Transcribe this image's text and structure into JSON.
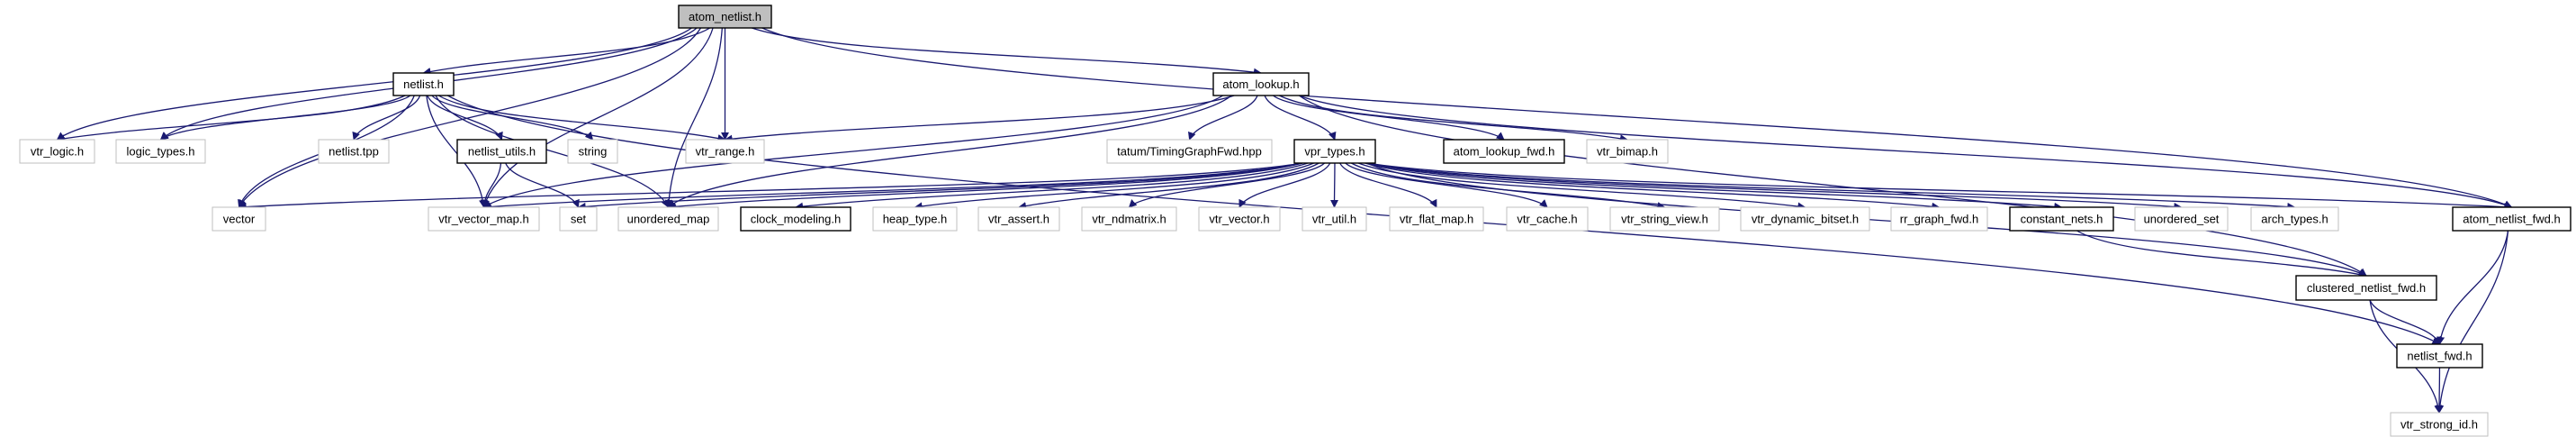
{
  "graph": {
    "edge_color": "#191970",
    "root_fill": "#bfbfbf",
    "documented_border": "#000000",
    "undocumented_border": "#bfbfbf",
    "nodes": [
      {
        "id": "atom_netlist",
        "label": "atom_netlist.h",
        "kind": "root"
      },
      {
        "id": "netlist",
        "label": "netlist.h",
        "kind": "documented"
      },
      {
        "id": "atom_lookup",
        "label": "atom_lookup.h",
        "kind": "documented"
      },
      {
        "id": "vtr_logic",
        "label": "vtr_logic.h",
        "kind": "external"
      },
      {
        "id": "logic_types",
        "label": "logic_types.h",
        "kind": "external"
      },
      {
        "id": "netlist_tpp",
        "label": "netlist.tpp",
        "kind": "external"
      },
      {
        "id": "netlist_utils",
        "label": "netlist_utils.h",
        "kind": "documented"
      },
      {
        "id": "string",
        "label": "string",
        "kind": "external"
      },
      {
        "id": "vtr_range",
        "label": "vtr_range.h",
        "kind": "external"
      },
      {
        "id": "tatum",
        "label": "tatum/TimingGraphFwd.hpp",
        "kind": "external"
      },
      {
        "id": "vpr_types",
        "label": "vpr_types.h",
        "kind": "documented"
      },
      {
        "id": "atom_lookup_fwd",
        "label": "atom_lookup_fwd.h",
        "kind": "documented"
      },
      {
        "id": "vtr_bimap",
        "label": "vtr_bimap.h",
        "kind": "external"
      },
      {
        "id": "vector",
        "label": "vector",
        "kind": "external"
      },
      {
        "id": "vtr_vector_map",
        "label": "vtr_vector_map.h",
        "kind": "external"
      },
      {
        "id": "set",
        "label": "set",
        "kind": "external"
      },
      {
        "id": "unordered_map",
        "label": "unordered_map",
        "kind": "external"
      },
      {
        "id": "clock_modeling",
        "label": "clock_modeling.h",
        "kind": "documented"
      },
      {
        "id": "heap_type",
        "label": "heap_type.h",
        "kind": "external"
      },
      {
        "id": "vtr_assert",
        "label": "vtr_assert.h",
        "kind": "external"
      },
      {
        "id": "vtr_ndmatrix",
        "label": "vtr_ndmatrix.h",
        "kind": "external"
      },
      {
        "id": "vtr_vector",
        "label": "vtr_vector.h",
        "kind": "external"
      },
      {
        "id": "vtr_util",
        "label": "vtr_util.h",
        "kind": "external"
      },
      {
        "id": "vtr_flat_map",
        "label": "vtr_flat_map.h",
        "kind": "external"
      },
      {
        "id": "vtr_cache",
        "label": "vtr_cache.h",
        "kind": "external"
      },
      {
        "id": "vtr_string_view",
        "label": "vtr_string_view.h",
        "kind": "external"
      },
      {
        "id": "vtr_dynamic_bitset",
        "label": "vtr_dynamic_bitset.h",
        "kind": "external"
      },
      {
        "id": "rr_graph_fwd",
        "label": "rr_graph_fwd.h",
        "kind": "external"
      },
      {
        "id": "constant_nets",
        "label": "constant_nets.h",
        "kind": "documented"
      },
      {
        "id": "unordered_set",
        "label": "unordered_set",
        "kind": "external"
      },
      {
        "id": "arch_types",
        "label": "arch_types.h",
        "kind": "external"
      },
      {
        "id": "atom_netlist_fwd",
        "label": "atom_netlist_fwd.h",
        "kind": "documented"
      },
      {
        "id": "clustered_netlist_fwd",
        "label": "clustered_netlist_fwd.h",
        "kind": "documented"
      },
      {
        "id": "netlist_fwd",
        "label": "netlist_fwd.h",
        "kind": "documented"
      },
      {
        "id": "vtr_strong_id",
        "label": "vtr_strong_id.h",
        "kind": "external"
      }
    ],
    "edges": [
      [
        "atom_netlist",
        "netlist"
      ],
      [
        "atom_netlist",
        "vtr_logic"
      ],
      [
        "atom_netlist",
        "logic_types"
      ],
      [
        "atom_netlist",
        "vector"
      ],
      [
        "atom_netlist",
        "vtr_range"
      ],
      [
        "atom_netlist",
        "vtr_vector_map"
      ],
      [
        "atom_netlist",
        "unordered_map"
      ],
      [
        "atom_netlist",
        "atom_lookup"
      ],
      [
        "atom_netlist",
        "atom_netlist_fwd"
      ],
      [
        "netlist",
        "vtr_logic"
      ],
      [
        "netlist",
        "logic_types"
      ],
      [
        "netlist",
        "netlist_tpp"
      ],
      [
        "netlist",
        "netlist_utils"
      ],
      [
        "netlist",
        "string"
      ],
      [
        "netlist",
        "vtr_range"
      ],
      [
        "netlist",
        "vector"
      ],
      [
        "netlist",
        "vtr_vector_map"
      ],
      [
        "netlist",
        "unordered_map"
      ],
      [
        "netlist",
        "netlist_fwd"
      ],
      [
        "netlist_utils",
        "vtr_vector_map"
      ],
      [
        "netlist_utils",
        "set"
      ],
      [
        "atom_lookup",
        "tatum"
      ],
      [
        "atom_lookup",
        "vpr_types"
      ],
      [
        "atom_lookup",
        "atom_lookup_fwd"
      ],
      [
        "atom_lookup",
        "vtr_bimap"
      ],
      [
        "atom_lookup",
        "vtr_range"
      ],
      [
        "atom_lookup",
        "vtr_vector_map"
      ],
      [
        "atom_lookup",
        "unordered_map"
      ],
      [
        "atom_lookup",
        "clustered_netlist_fwd"
      ],
      [
        "atom_lookup",
        "atom_netlist_fwd"
      ],
      [
        "vpr_types",
        "vector"
      ],
      [
        "vpr_types",
        "vtr_vector_map"
      ],
      [
        "vpr_types",
        "set"
      ],
      [
        "vpr_types",
        "unordered_map"
      ],
      [
        "vpr_types",
        "clock_modeling"
      ],
      [
        "vpr_types",
        "heap_type"
      ],
      [
        "vpr_types",
        "vtr_assert"
      ],
      [
        "vpr_types",
        "vtr_ndmatrix"
      ],
      [
        "vpr_types",
        "vtr_vector"
      ],
      [
        "vpr_types",
        "vtr_util"
      ],
      [
        "vpr_types",
        "vtr_flat_map"
      ],
      [
        "vpr_types",
        "vtr_cache"
      ],
      [
        "vpr_types",
        "vtr_string_view"
      ],
      [
        "vpr_types",
        "vtr_dynamic_bitset"
      ],
      [
        "vpr_types",
        "rr_graph_fwd"
      ],
      [
        "vpr_types",
        "constant_nets"
      ],
      [
        "vpr_types",
        "unordered_set"
      ],
      [
        "vpr_types",
        "arch_types"
      ],
      [
        "vpr_types",
        "atom_netlist_fwd"
      ],
      [
        "vpr_types",
        "clustered_netlist_fwd"
      ],
      [
        "constant_nets",
        "clustered_netlist_fwd"
      ],
      [
        "clustered_netlist_fwd",
        "netlist_fwd"
      ],
      [
        "clustered_netlist_fwd",
        "vtr_strong_id"
      ],
      [
        "atom_netlist_fwd",
        "netlist_fwd"
      ],
      [
        "atom_netlist_fwd",
        "vtr_strong_id"
      ],
      [
        "netlist_fwd",
        "vtr_strong_id"
      ]
    ]
  }
}
